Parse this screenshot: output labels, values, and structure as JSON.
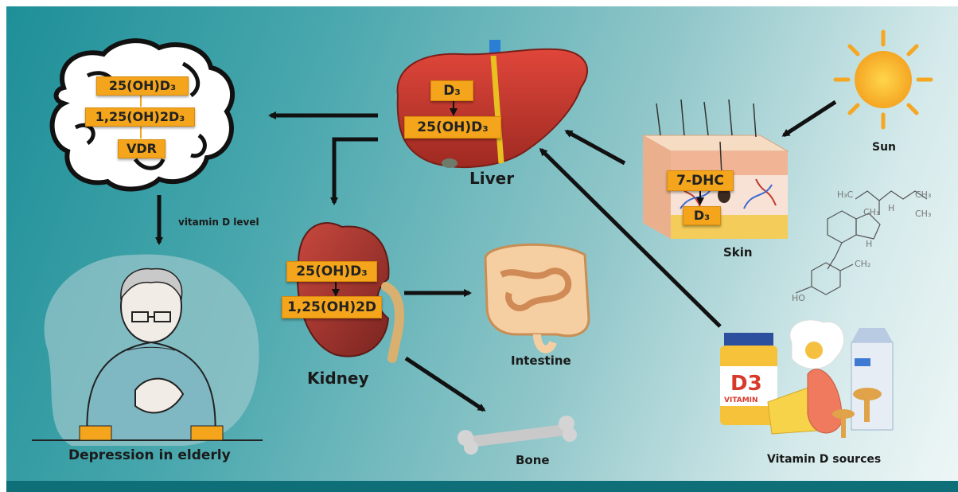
{
  "brain": {
    "boxes": [
      "25(OH)D₃",
      "1,25(OH)2D₃",
      "VDR"
    ]
  },
  "liver": {
    "label": "Liver",
    "boxes": [
      "D₃",
      "25(OH)D₃"
    ]
  },
  "kidney": {
    "label": "Kidney",
    "boxes": [
      "25(OH)D₃",
      "1,25(OH)2D"
    ]
  },
  "skin": {
    "label": "Skin",
    "boxes": [
      "7-DHC",
      "D₃"
    ]
  },
  "sun": {
    "label": "Sun"
  },
  "intestine": {
    "label": "Intestine"
  },
  "bone": {
    "label": "Bone"
  },
  "vitamin_sources": {
    "label": "Vitamin D sources",
    "bottle_text_main": "D3",
    "bottle_text_sub": "VITAMIN"
  },
  "brain_arrow_label": "vitamin D level",
  "elderly": {
    "label": "Depression in elderly"
  },
  "molecule_labels": [
    "H₃C",
    "CH₃",
    "CH₃",
    "CH₃",
    "H",
    "H",
    "CH₂",
    "HO"
  ],
  "colors": {
    "accent_orange": "#f4a51c",
    "liver_red": "#c8342a",
    "kidney_red": "#a8322d",
    "arrow": "#111111",
    "bottom_bar": "#0f6f78"
  }
}
